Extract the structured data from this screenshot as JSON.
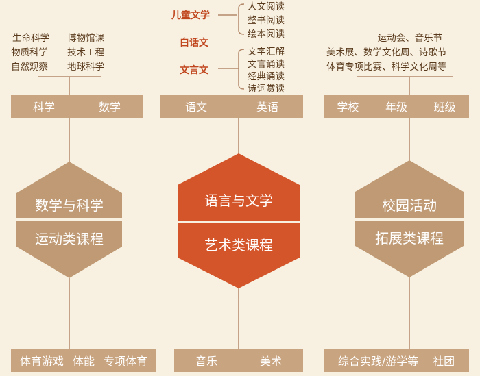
{
  "left": {
    "top_items": [
      "生命科学",
      "博物馆课",
      "物质科学",
      "技术工程",
      "自然观察",
      "地球科学"
    ],
    "bar_top": [
      "科学",
      "数学"
    ],
    "hex": [
      "数学与科学",
      "运动类课程"
    ],
    "bar_bottom": [
      "体育游戏",
      "体能",
      "专项体育"
    ]
  },
  "center": {
    "branch_children_lit": "儿童文学",
    "lit_items": [
      "人文阅读",
      "整书阅读",
      "绘本阅读"
    ],
    "branch_baihua": "白话文",
    "branch_wenyan": "文言文",
    "wenyan_items": [
      "文字汇解",
      "文言诵读",
      "经典诵读",
      "诗词赏读"
    ],
    "bar_top": [
      "语文",
      "英语"
    ],
    "hex": [
      "语言与文学",
      "艺术类课程"
    ],
    "bar_bottom": [
      "音乐",
      "美术"
    ]
  },
  "right": {
    "top_items": [
      "运动会、音乐节",
      "美术展、数学文化周、诗歌节",
      "体育专项比赛、科学文化周等"
    ],
    "bar_top": [
      "学校",
      "年级",
      "班级"
    ],
    "hex": [
      "校园活动",
      "拓展类课程"
    ],
    "bar_bottom": [
      "综合实践/游学等",
      "社团"
    ]
  },
  "colors": {
    "background": "#f8f1e2",
    "tan": "#c9a480",
    "hex_tan": "#bf9a74",
    "accent": "#d4552a",
    "text": "#5a3a1c"
  }
}
